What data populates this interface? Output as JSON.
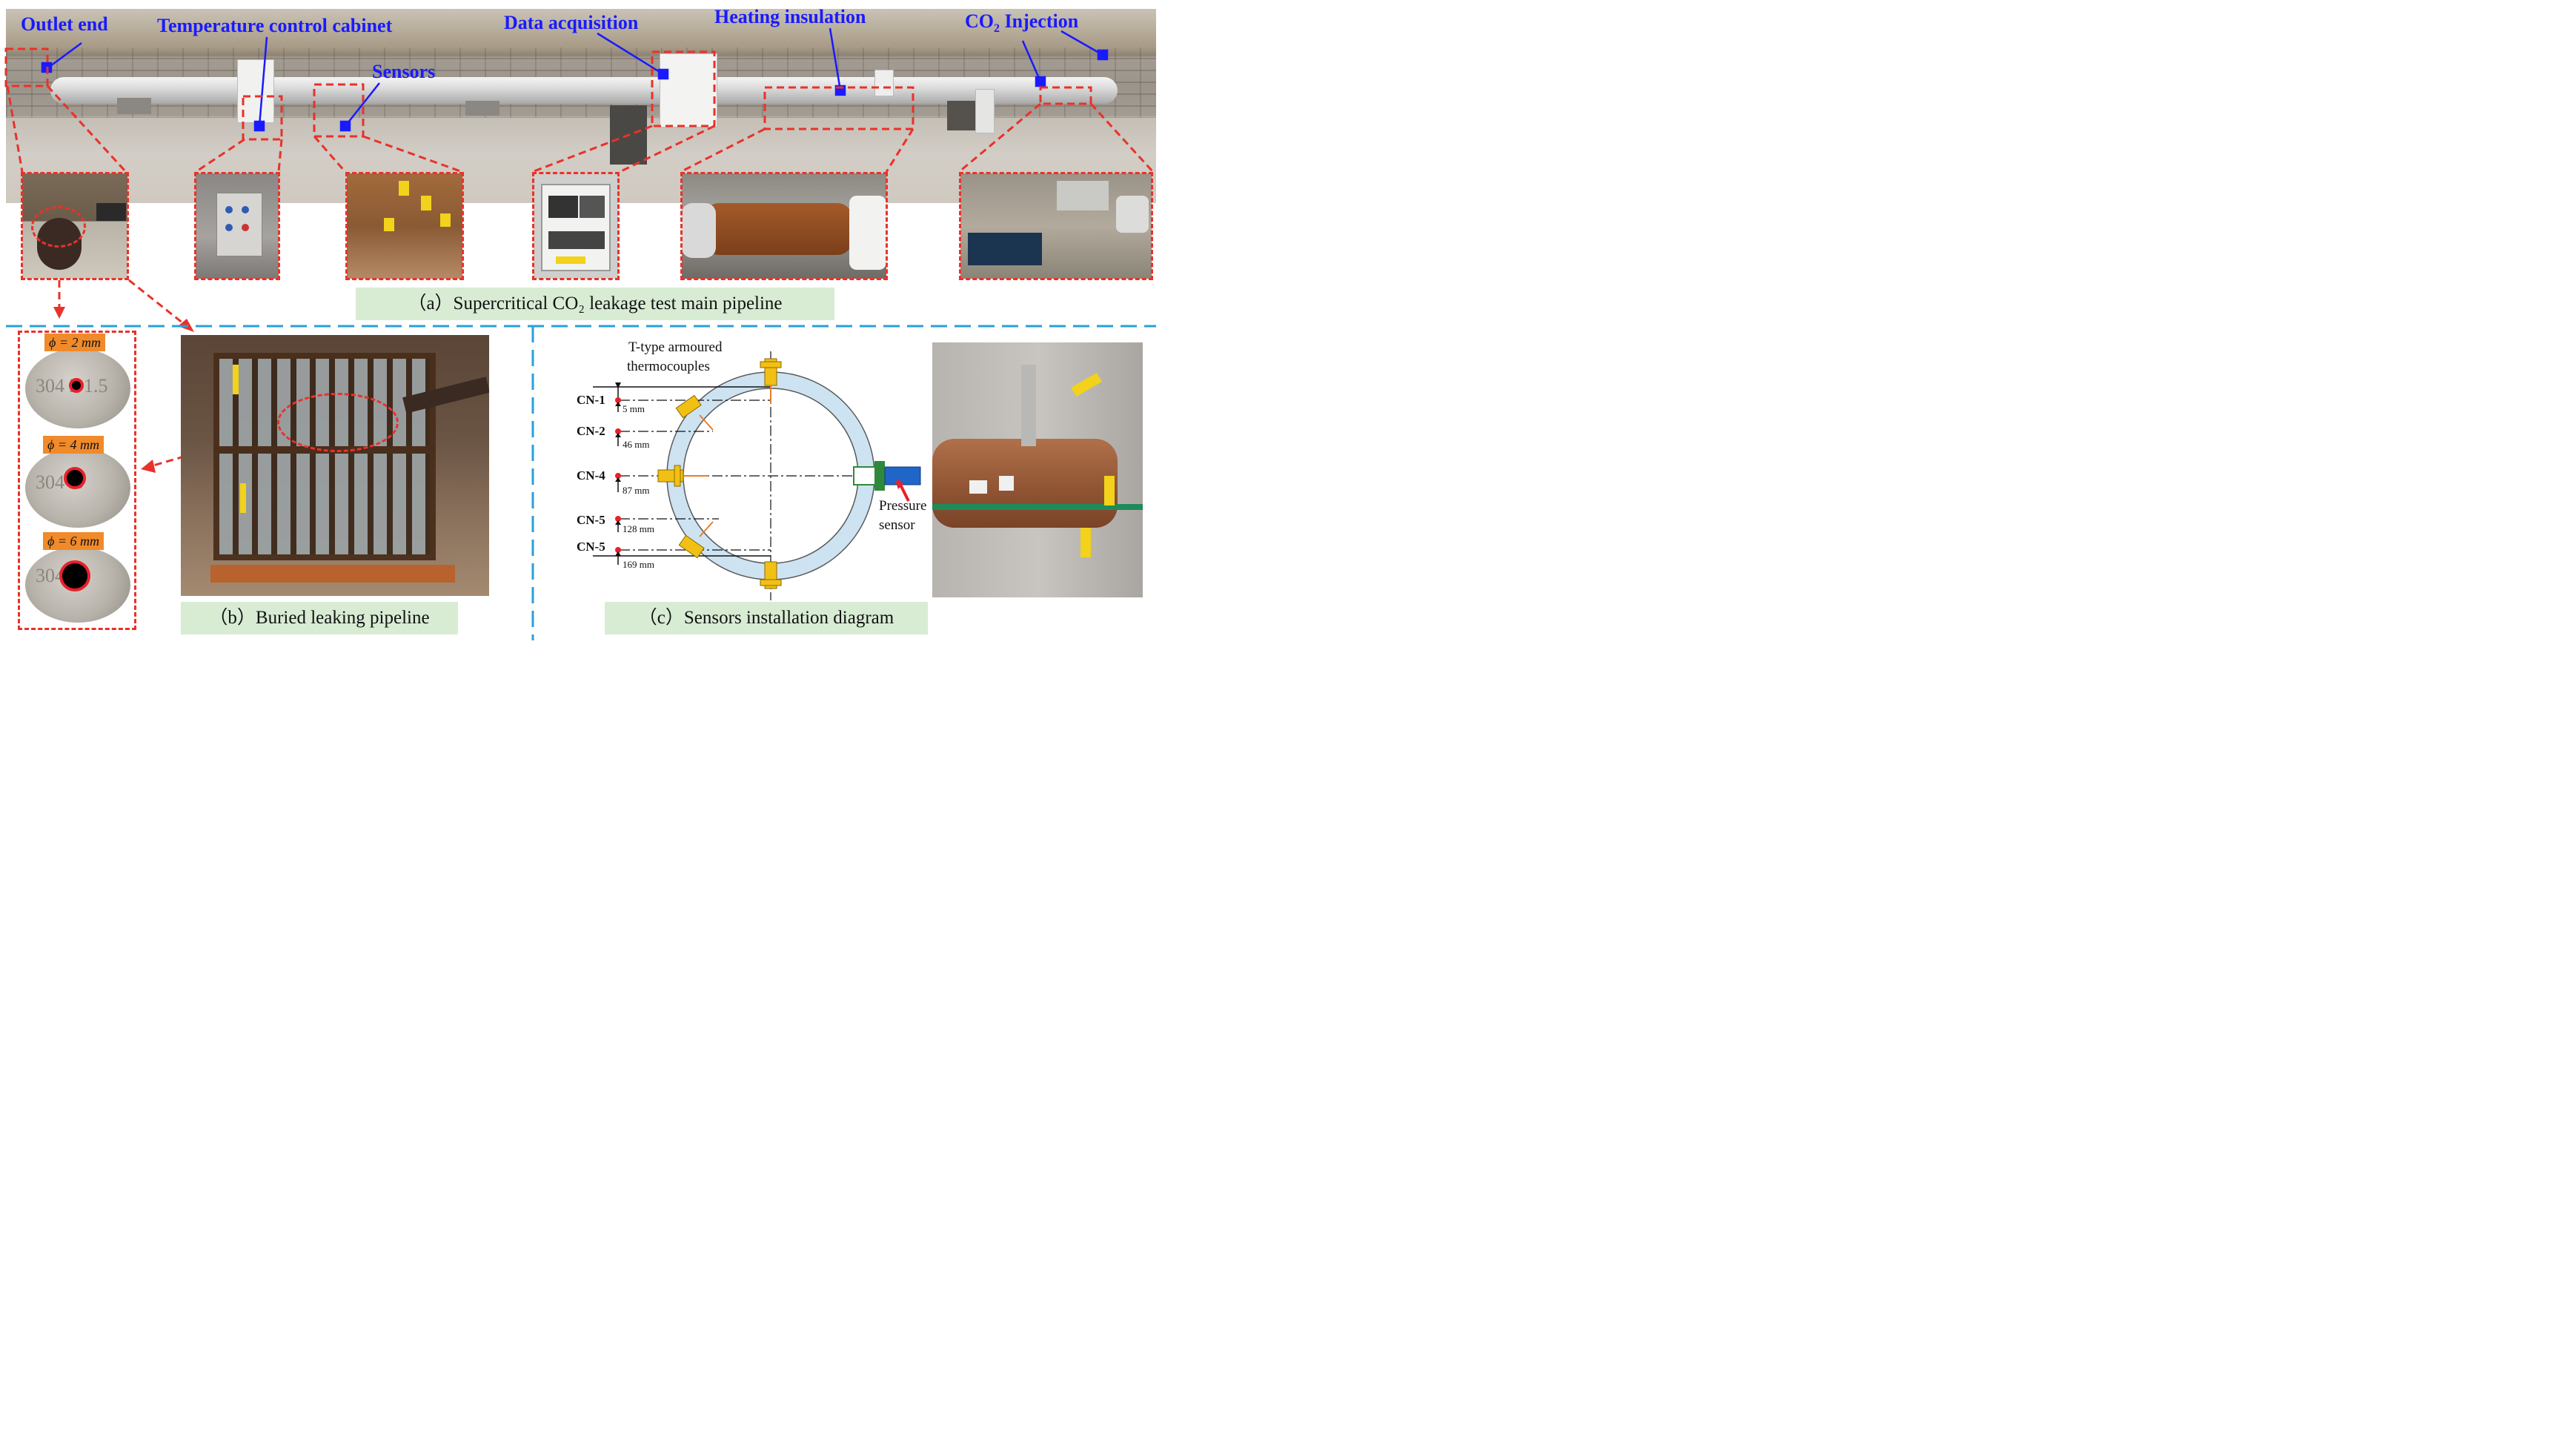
{
  "panel_a": {
    "labels": {
      "outlet_end": "Outlet end",
      "temperature_control_cabinet": "Temperature control cabinet",
      "data_acquisition": "Data acquisition",
      "heating_insulation": "Heating insulation",
      "co2_injection_pre": "CO",
      "co2_injection_sub": "2",
      "co2_injection_post": " Injection",
      "sensors": "Sensors"
    },
    "caption": "（a）Supercritical CO₂ leakage test main pipeline"
  },
  "panel_b": {
    "orifices": [
      {
        "label": "ϕ = 2 mm",
        "stamp": "304  2  1.5"
      },
      {
        "label": "ϕ = 4 mm",
        "stamp": "304        .5"
      },
      {
        "label": "ϕ = 6 mm",
        "stamp": "304        5"
      }
    ],
    "caption": "（b）Buried leaking pipeline"
  },
  "panel_c": {
    "thermocouple_label_1": "T-type armoured",
    "thermocouple_label_2": "thermocouples",
    "points": [
      {
        "name": "CN-1",
        "depth": "5 mm"
      },
      {
        "name": "CN-2",
        "depth": "46 mm"
      },
      {
        "name": "CN-4",
        "depth": "87 mm"
      },
      {
        "name": "CN-5",
        "depth": "128 mm"
      },
      {
        "name": "CN-5",
        "depth": "169 mm"
      }
    ],
    "pressure_label_1": "Pressure",
    "pressure_label_2": "sensor",
    "caption": "（c）Sensors installation diagram"
  },
  "colors": {
    "label_blue": "#1a1aff",
    "dash_red": "#e8322a",
    "divider_blue": "#2a9fd8",
    "caption_green": "#d8ecd4",
    "phi_orange": "#f08a2a",
    "ring_fill": "#cde3f2",
    "sensor_yellow": "#f2c014",
    "pressure_sensor_blue": "#1f66c8",
    "pressure_fitting_green": "#2e8a3a"
  }
}
